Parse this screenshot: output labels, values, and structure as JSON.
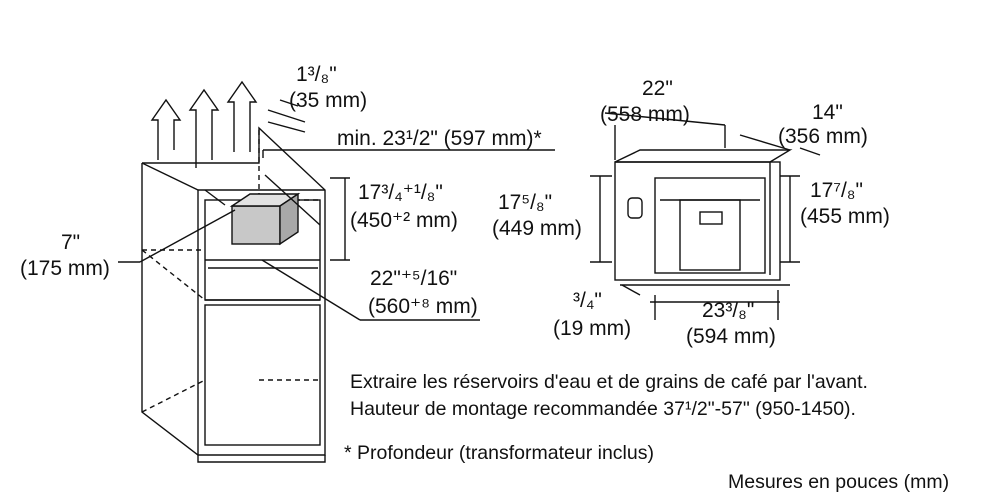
{
  "labels": {
    "top_gap_in": "1³/₈\"",
    "top_gap_mm": "(35 mm)",
    "min_depth": "min. 23¹/2\" (597 mm)*",
    "niche_h_in": "17³/₄⁺¹/₈\"",
    "niche_h_mm": "(450⁺² mm)",
    "side_7_in": "7\"",
    "side_7_mm": "(175 mm)",
    "niche_w_in": "22\"⁺⁵/16\"",
    "niche_w_mm": "(560⁺⁸ mm)",
    "unit_w_in": "22\"",
    "unit_w_mm": "(558 mm)",
    "unit_d_in": "14\"",
    "unit_d_mm": "(356 mm)",
    "unit_h_left_in": "17⁵/₈\"",
    "unit_h_left_mm": "(449 mm)",
    "unit_h_right_in": "17⁷/₈\"",
    "unit_h_right_mm": "(455 mm)",
    "front_in": "³/₄\"",
    "front_mm": "(19 mm)",
    "front_w_in": "23³/₈\"",
    "front_w_mm": "(594 mm)"
  },
  "notes": {
    "line1": "Extraire les réservoirs d'eau et de grains de café par l'avant.",
    "line2": "Hauteur de montage recommandée 37¹/2\"-57\" (950-1450).",
    "footnote": "* Profondeur (transformateur inclus)",
    "units": "Mesures en pouces (mm)"
  }
}
